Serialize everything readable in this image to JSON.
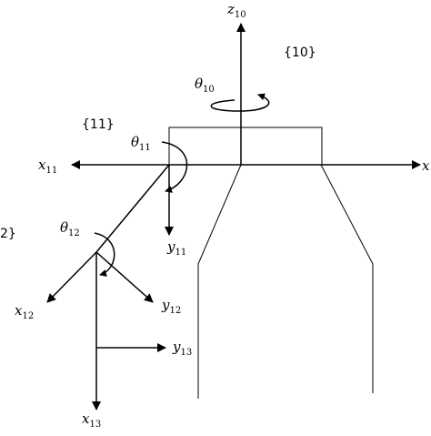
{
  "diagram": {
    "frames": {
      "f10": "{10}",
      "f11": "{11}",
      "f12": "2}"
    },
    "axes": {
      "z10": {
        "base": "z",
        "sub": "10"
      },
      "x10": {
        "base": "x",
        "sub": ""
      },
      "x11": {
        "base": "x",
        "sub": "11"
      },
      "y11": {
        "base": "y",
        "sub": "11"
      },
      "x12": {
        "base": "x",
        "sub": "12"
      },
      "y12": {
        "base": "y",
        "sub": "12"
      },
      "x13": {
        "base": "x",
        "sub": "13"
      },
      "y13": {
        "base": "y",
        "sub": "13"
      }
    },
    "angles": {
      "theta10": {
        "base": "θ",
        "sub": "10"
      },
      "theta11": {
        "base": "θ",
        "sub": "11"
      },
      "theta12": {
        "base": "θ",
        "sub": "12"
      }
    }
  }
}
